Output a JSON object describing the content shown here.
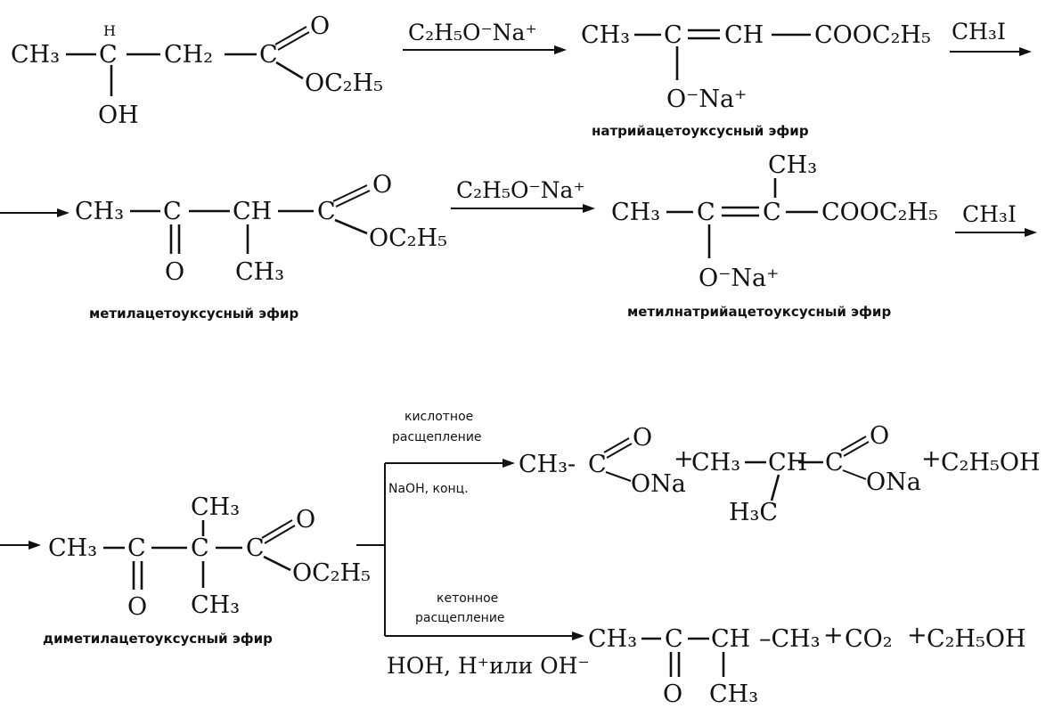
{
  "reagents": {
    "base": "C₂H₅O⁻Na⁺",
    "alkylator": "CH₃I",
    "acid_cleavage_conditions": "NaOH, конц.",
    "ketone_cleavage_conditions": "HOH, H⁺или OH⁻"
  },
  "labels": {
    "sodium_enolate": "натрийацетоуксусный эфир",
    "methyl_ester": "метилацетоуксусный эфир",
    "methyl_sodium_enolate": "метилнатрийацетоуксусный эфир",
    "dimethyl_ester": "диметилацетоуксусный эфир",
    "acid_cleavage_line1": "кислотное",
    "acid_cleavage_line2": "расщепление",
    "ketone_cleavage_line1": "кетонное",
    "ketone_cleavage_line2": "расщепление"
  },
  "atoms": {
    "ch3": "CH₃",
    "ch2": "CH₂",
    "ch": "CH",
    "c": "C",
    "o": "O",
    "oh": "OH",
    "h": "H",
    "oc2h5": "OC₂H₅",
    "cooc2h5": "COOC₂H₅",
    "ona_ion": "O⁻Na⁺",
    "ona": "ONa",
    "h3c": "H₃C",
    "ch3_dash": "CH₃-"
  },
  "products": {
    "plus": "+",
    "ethanol": "C₂H₅OH",
    "co2": "CO₂",
    "ch3_tail": "–CH₃"
  }
}
